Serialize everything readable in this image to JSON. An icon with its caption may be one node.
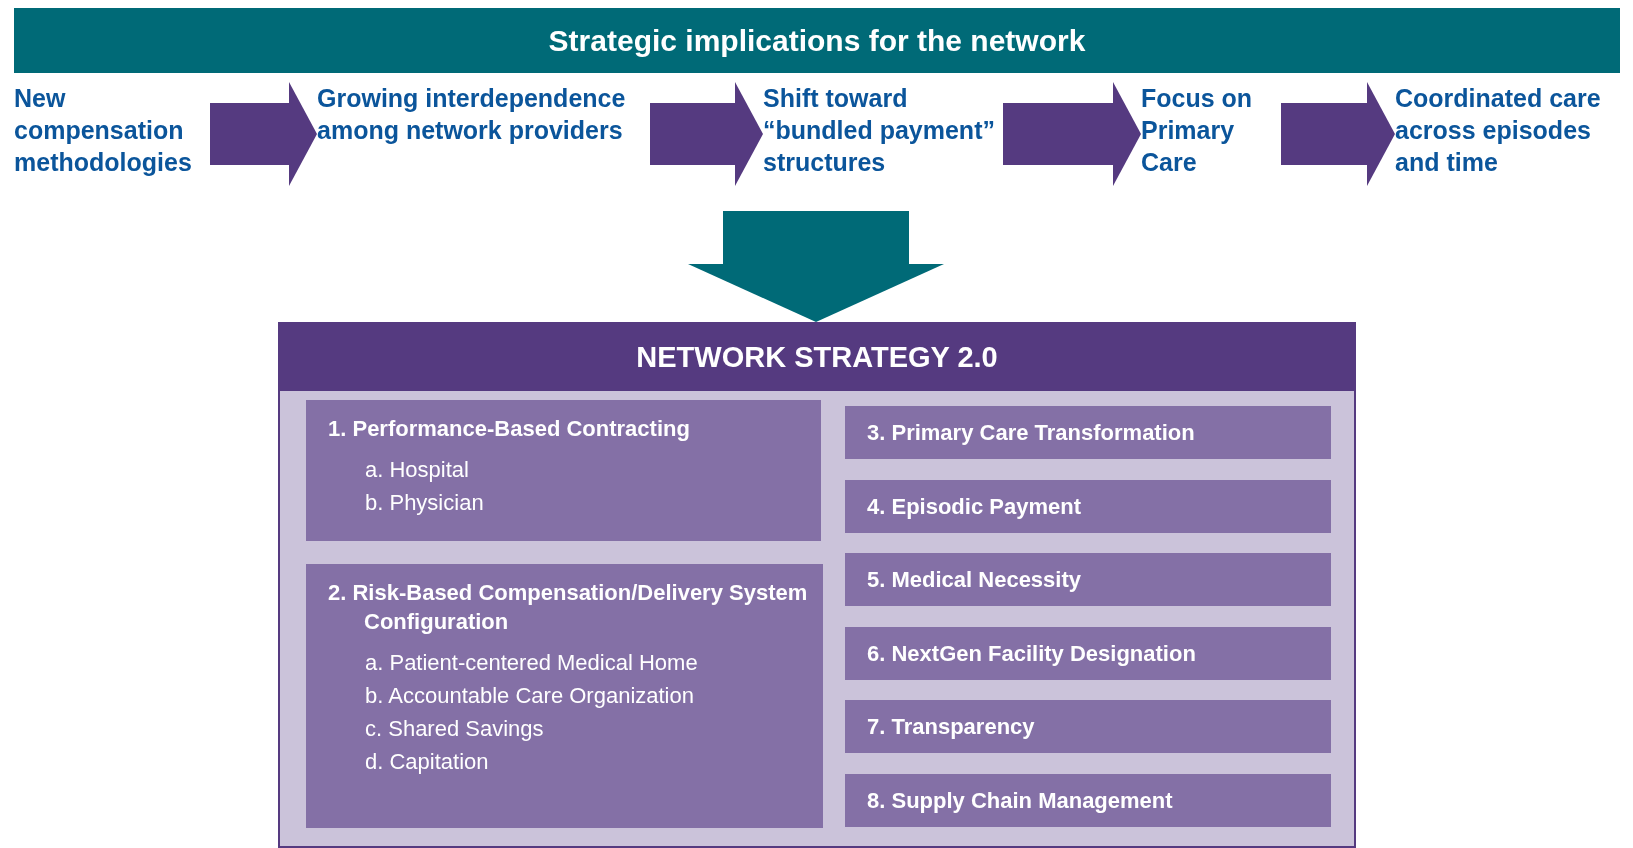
{
  "diagram": {
    "title": "Strategic implications for the network",
    "nodes": [
      {
        "text": [
          "New compensation methodologies"
        ]
      },
      {
        "text": [
          "Growing interdependence among network providers"
        ]
      },
      {
        "text": [
          "Shift toward “bundled payment” structures"
        ]
      },
      {
        "text": [
          "Focus on Primary Care"
        ]
      },
      {
        "text": [
          "Coordinated care across episodes and time"
        ]
      },
      {
        "text": [
          "NETWORK STRATEGY 2.0"
        ]
      },
      {
        "text": [
          "1. Performance-Based Contracting",
          "a. Hospital",
          "b. Physician"
        ],
        "in": 5
      },
      {
        "text": [
          "2. Risk-Based Compensation/Delivery System Configuration",
          "a. Patient-centered Medical Home",
          "b. Accountable Care Organization",
          "c. Shared Savings",
          "d. Capitation"
        ],
        "in": 5
      },
      {
        "text": [
          "3. Primary Care Transformation"
        ],
        "in": 5
      },
      {
        "text": [
          "4. Episodic Payment"
        ],
        "in": 5
      },
      {
        "text": [
          "5. Medical Necessity"
        ],
        "in": 5
      },
      {
        "text": [
          "6. NextGen Facility Designation"
        ],
        "in": 5
      },
      {
        "text": [
          "7. Transparency"
        ],
        "in": 5
      },
      {
        "text": [
          "8. Supply Chain Management"
        ],
        "in": 5
      }
    ],
    "edges": [
      {
        "from": 0,
        "to": 1,
        "arrow": "to"
      },
      {
        "from": 1,
        "to": 2,
        "arrow": "to"
      },
      {
        "from": 2,
        "to": 3,
        "arrow": "to"
      },
      {
        "from": 3,
        "to": 4,
        "arrow": "to"
      },
      {
        "from": null,
        "to": 5,
        "arrow": "to",
        "style": "thick",
        "color": "#006a77"
      }
    ]
  }
}
